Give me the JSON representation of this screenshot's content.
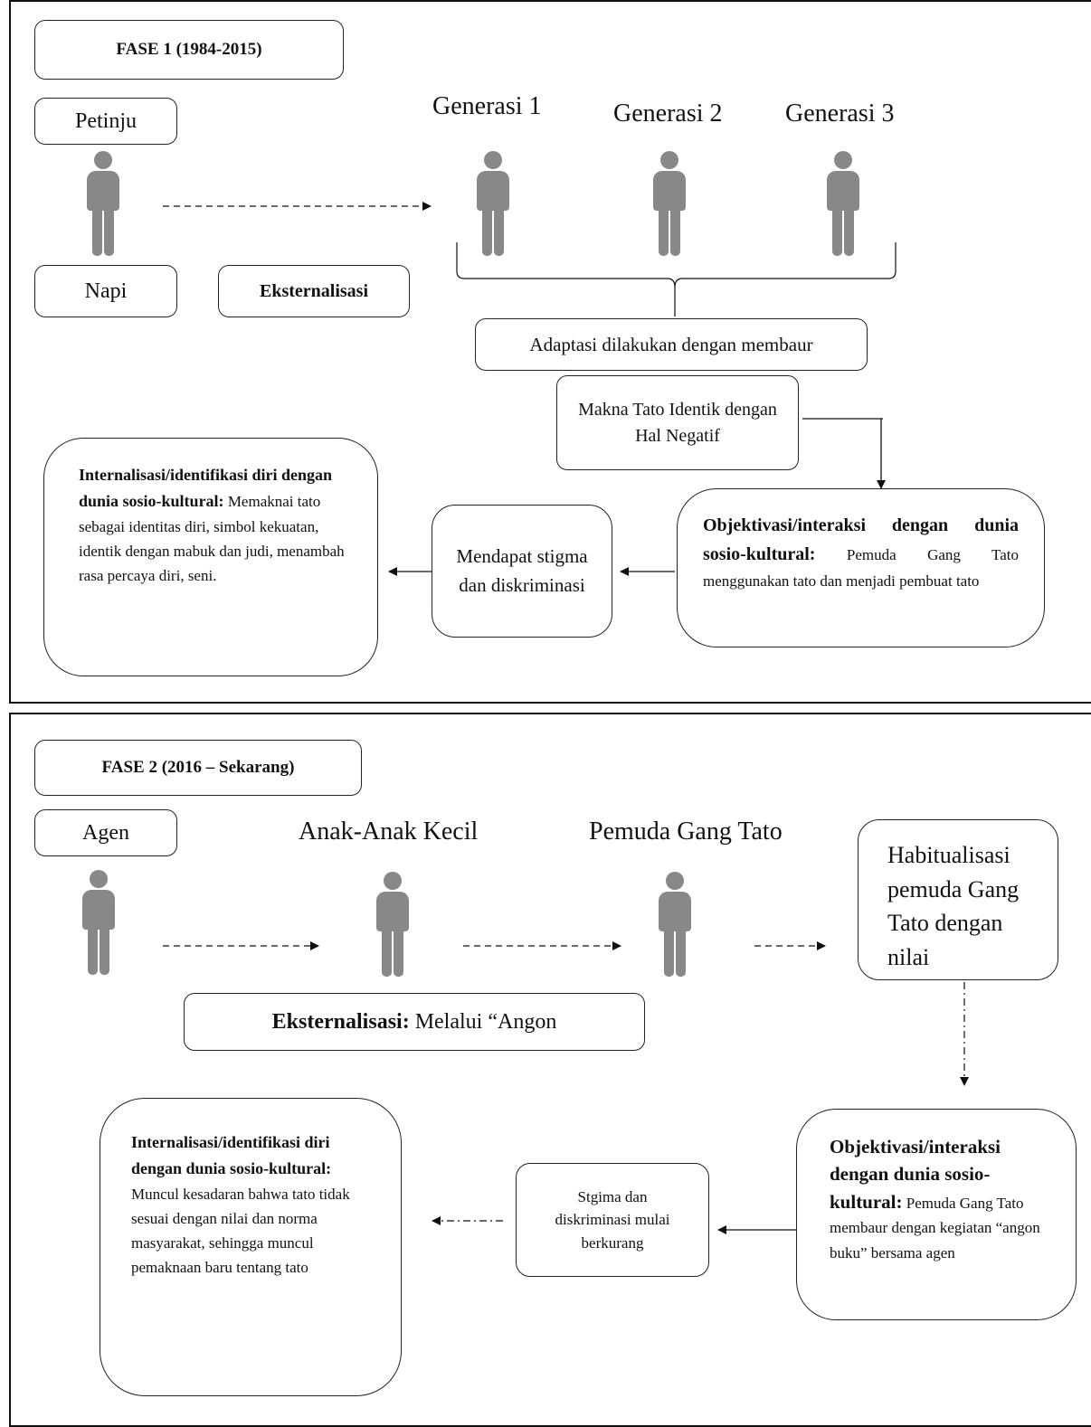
{
  "phase1": {
    "title": "FASE 1 (1984-2015)",
    "petinju": "Petinju",
    "napi": "Napi",
    "eksternalisasi": "Eksternalisasi",
    "generations": [
      "Generasi 1",
      "Generasi 2",
      "Generasi 3"
    ],
    "adaptasi": "Adaptasi dilakukan dengan membaur",
    "makna": "Makna Tato Identik dengan Hal Negatif",
    "objektivasi_head": "Objektivasi/interaksi dengan dunia sosio-kultural:",
    "objektivasi_body": "Pemuda Gang Tato menggunakan tato dan menjadi pembuat tato",
    "stigma": "Mendapat stigma dan diskriminasi",
    "internalisasi_head": "Internalisasi/identifikasi diri dengan dunia sosio-kultural:",
    "internalisasi_body": "Memaknai tato sebagai identitas diri, simbol kekuatan, identik dengan mabuk dan judi, menambah rasa percaya diri, seni."
  },
  "phase2": {
    "title": "FASE 2 (2016 – Sekarang)",
    "agen": "Agen",
    "anak": "Anak-Anak Kecil",
    "pemuda": "Pemuda Gang Tato",
    "habitualisasi": "Habitualisasi pemuda Gang Tato dengan nilai",
    "eksternalisasi_head": "Eksternalisasi:",
    "eksternalisasi_body": "Melalui “Angon",
    "objektivasi_head": "Objektivasi/interaksi dengan dunia sosio-kultural:",
    "objektivasi_body": "Pemuda Gang Tato membaur dengan kegiatan “angon buku” bersama agen",
    "stigma": "Stgima dan diskriminasi mulai berkurang",
    "internalisasi_head": "Internalisasi/identifikasi diri dengan dunia sosio-kultural:",
    "internalisasi_body": "Muncul kesadaran bahwa tato tidak sesuai dengan nilai dan norma masyarakat, sehingga muncul pemaknaan baru tentang tato"
  },
  "icons": [
    "person-icon"
  ]
}
